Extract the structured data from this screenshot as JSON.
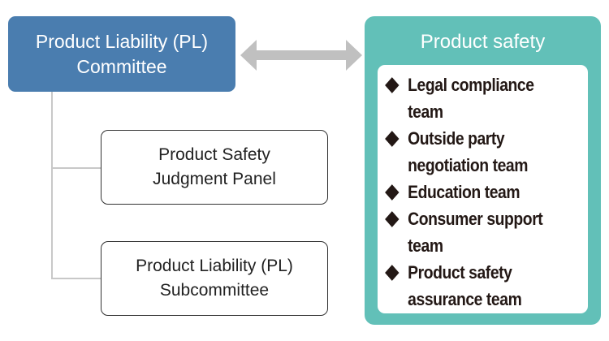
{
  "committee": {
    "title_line1": "Product Liability (PL)",
    "title_line2": "Committee",
    "color": "#4a7daf"
  },
  "sub_units": [
    {
      "line1": "Product Safety",
      "line2": "Judgment Panel"
    },
    {
      "line1": "Product Liability (PL)",
      "line2": "Subcommittee"
    }
  ],
  "connector": {
    "type": "bidirectional-arrow",
    "color": "#c0c0c0"
  },
  "product_safety": {
    "title": "Product safety",
    "color": "#62c0b8",
    "teams": [
      {
        "line1": "Legal compliance",
        "line2": "team"
      },
      {
        "line1": "Outside party",
        "line2": "negotiation team"
      },
      {
        "line1": "Education team",
        "line2": null
      },
      {
        "line1": "Consumer support",
        "line2": "team"
      },
      {
        "line1": "Product safety",
        "line2": "assurance team"
      }
    ]
  }
}
